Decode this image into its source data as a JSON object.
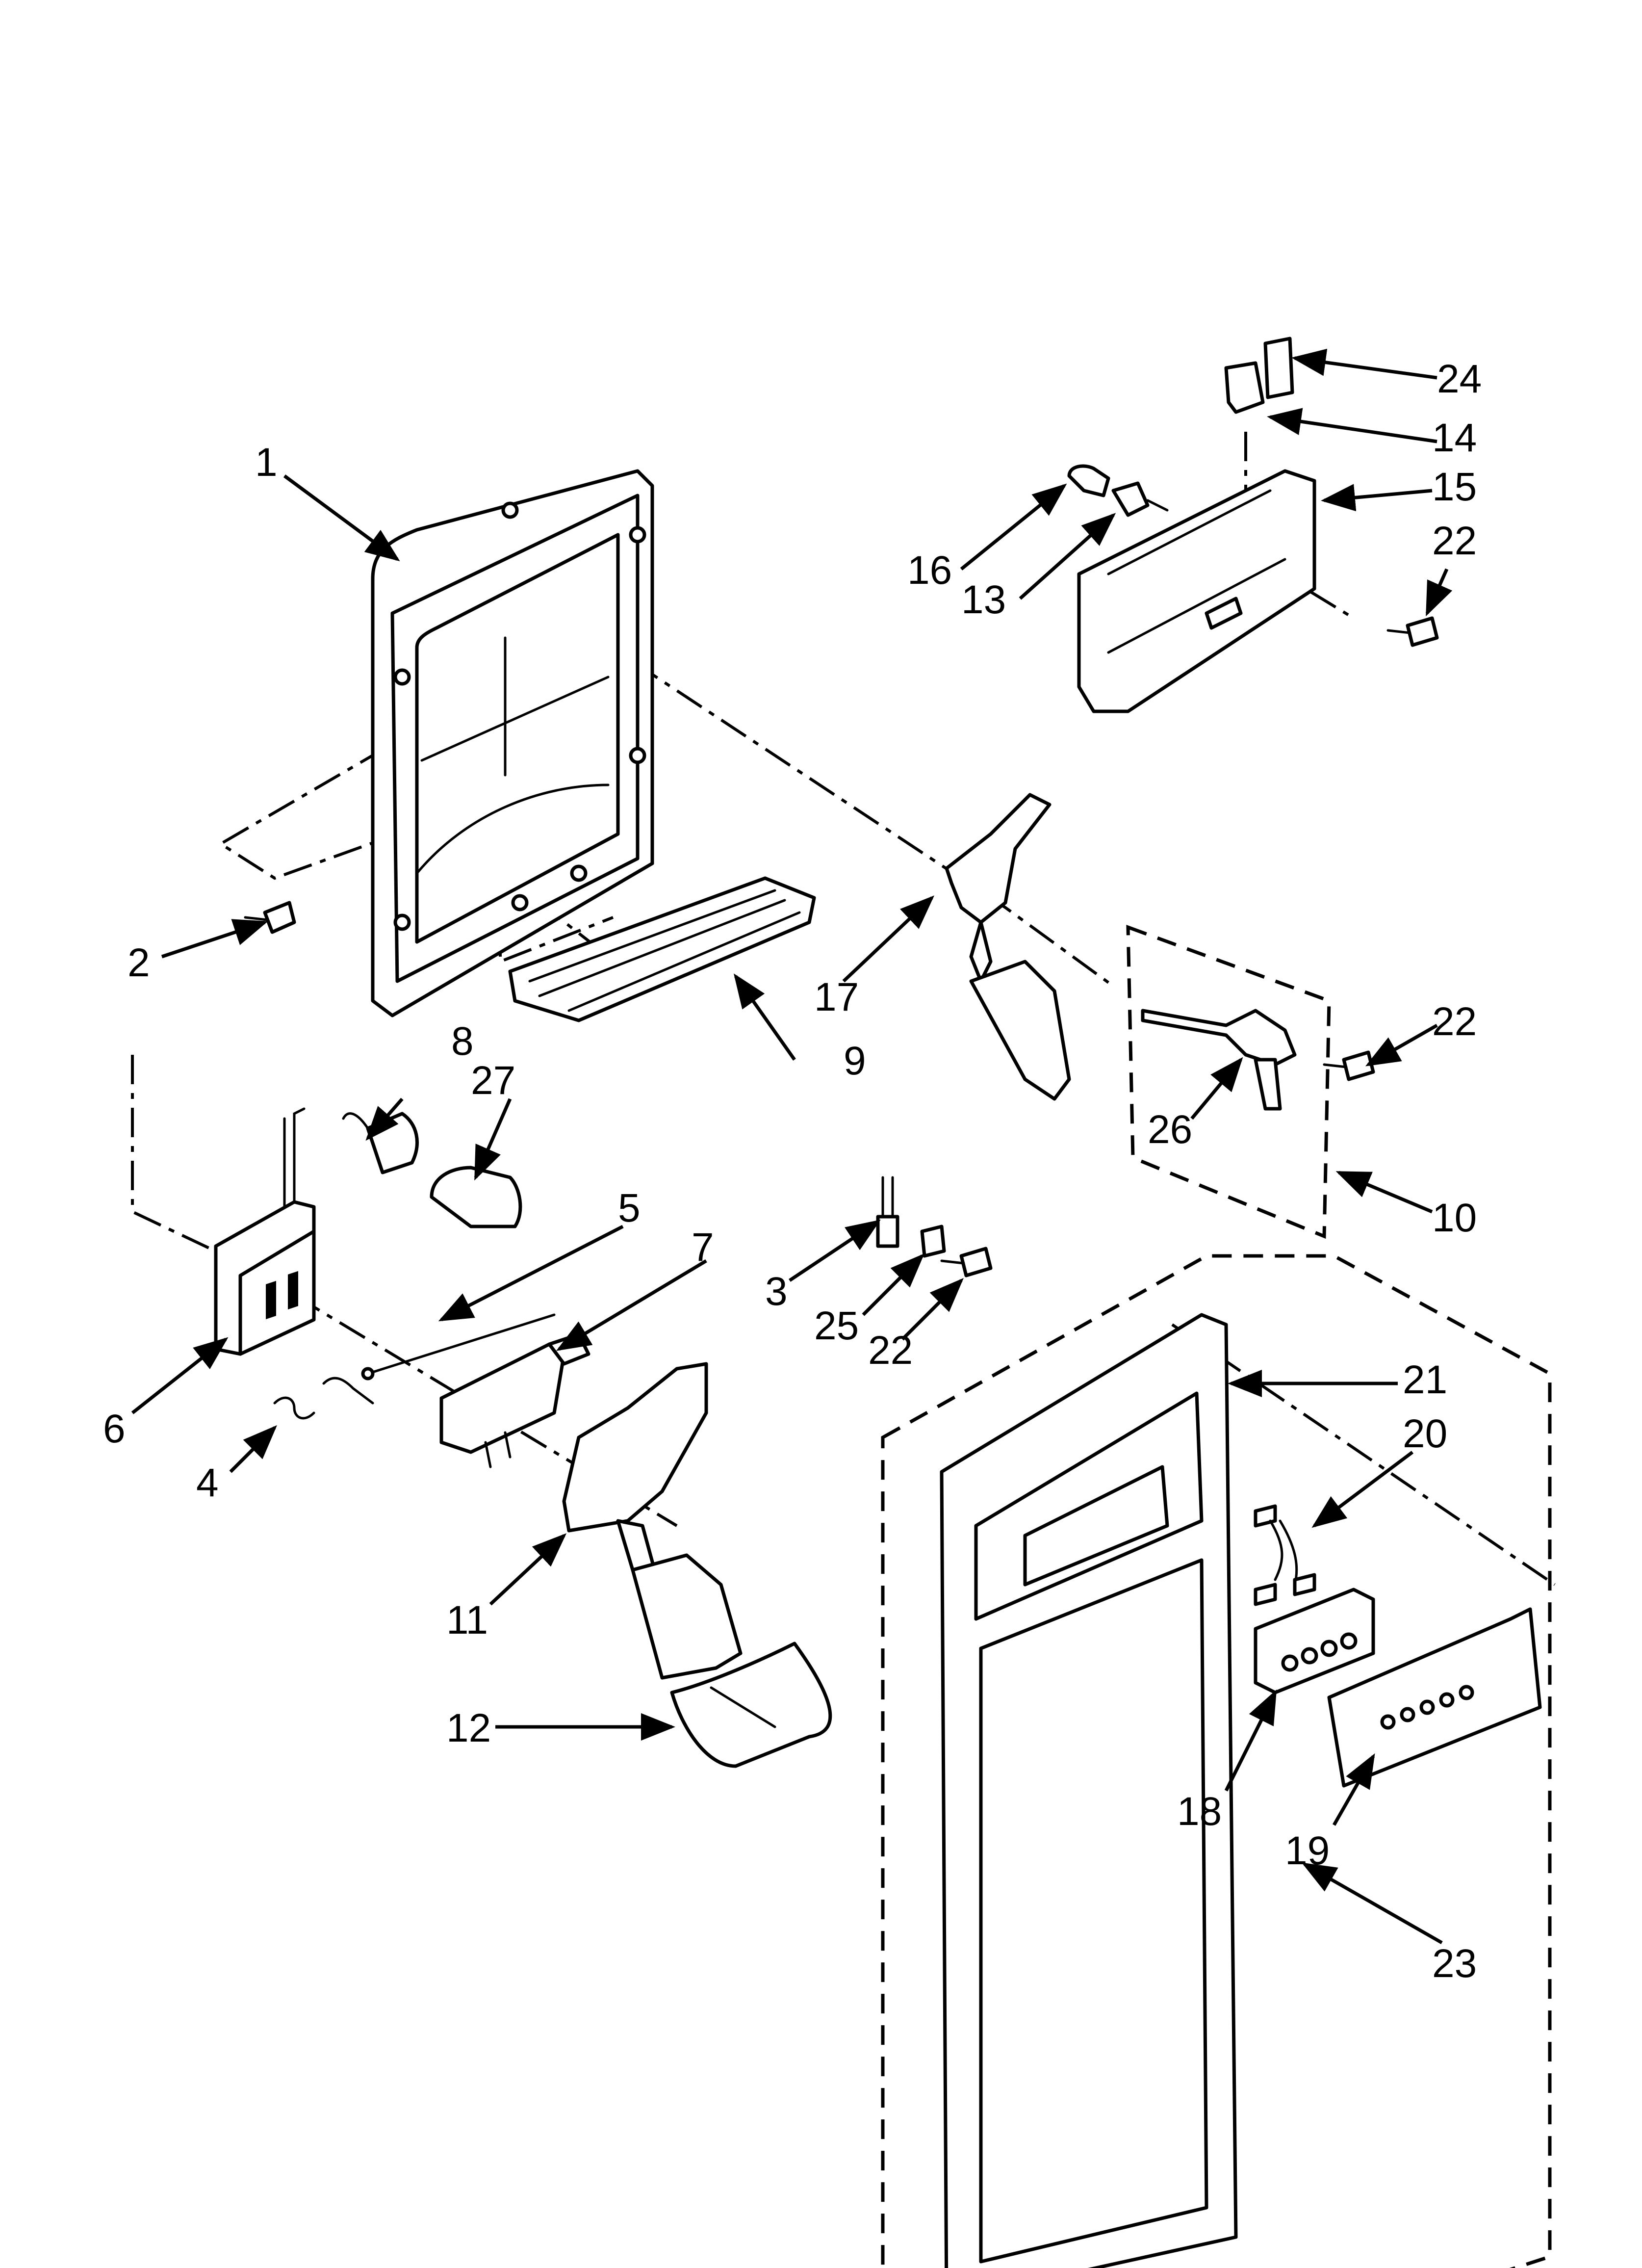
{
  "diagram": {
    "type": "exploded-parts-diagram",
    "callouts": [
      {
        "id": "1",
        "label": "1"
      },
      {
        "id": "2",
        "label": "2"
      },
      {
        "id": "3",
        "label": "3"
      },
      {
        "id": "4",
        "label": "4"
      },
      {
        "id": "5",
        "label": "5"
      },
      {
        "id": "6",
        "label": "6"
      },
      {
        "id": "7",
        "label": "7"
      },
      {
        "id": "8",
        "label": "8"
      },
      {
        "id": "9",
        "label": "9"
      },
      {
        "id": "10",
        "label": "10"
      },
      {
        "id": "11",
        "label": "11"
      },
      {
        "id": "12",
        "label": "12"
      },
      {
        "id": "13",
        "label": "13"
      },
      {
        "id": "14",
        "label": "14"
      },
      {
        "id": "15",
        "label": "15"
      },
      {
        "id": "16",
        "label": "16"
      },
      {
        "id": "17",
        "label": "17"
      },
      {
        "id": "18",
        "label": "18"
      },
      {
        "id": "19",
        "label": "19"
      },
      {
        "id": "20",
        "label": "20"
      },
      {
        "id": "21",
        "label": "21"
      },
      {
        "id": "22a",
        "label": "22"
      },
      {
        "id": "22b",
        "label": "22"
      },
      {
        "id": "22c",
        "label": "22"
      },
      {
        "id": "23",
        "label": "23"
      },
      {
        "id": "24",
        "label": "24"
      },
      {
        "id": "25",
        "label": "25"
      },
      {
        "id": "26",
        "label": "26"
      },
      {
        "id": "27",
        "label": "27"
      }
    ]
  }
}
